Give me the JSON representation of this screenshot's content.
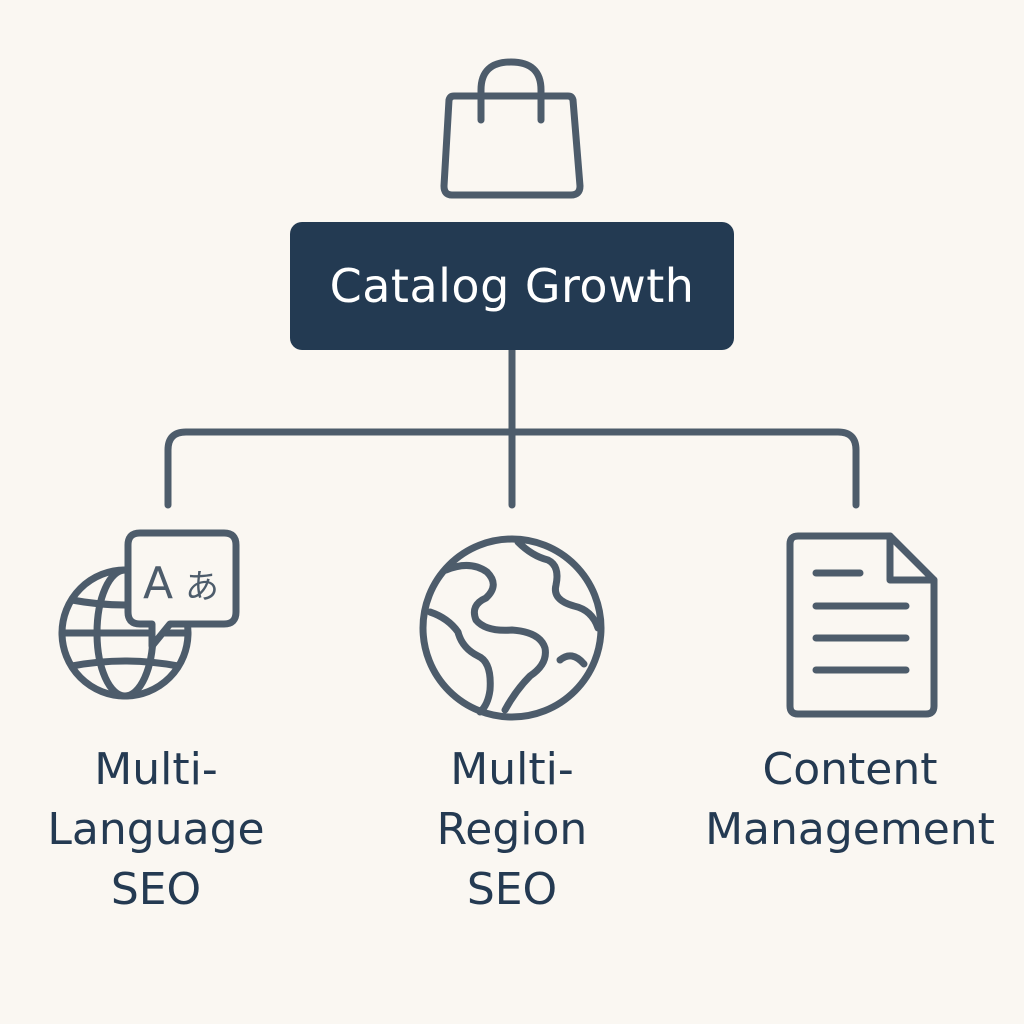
{
  "root": {
    "label": "Catalog Growth",
    "icon": "shopping-bag-icon"
  },
  "children": [
    {
      "label": "Multi-\nLanguage\nSEO",
      "icon": "translate-globe-icon",
      "glyph_latin": "A",
      "glyph_kana": "あ"
    },
    {
      "label": "Multi-\nRegion\nSEO",
      "icon": "earth-globe-icon"
    },
    {
      "label": "Content\nManagement",
      "icon": "document-icon"
    }
  ],
  "colors": {
    "background": "#faf7f2",
    "node_fill": "#233a52",
    "line": "#4d5c6b",
    "text": "#243a52"
  }
}
